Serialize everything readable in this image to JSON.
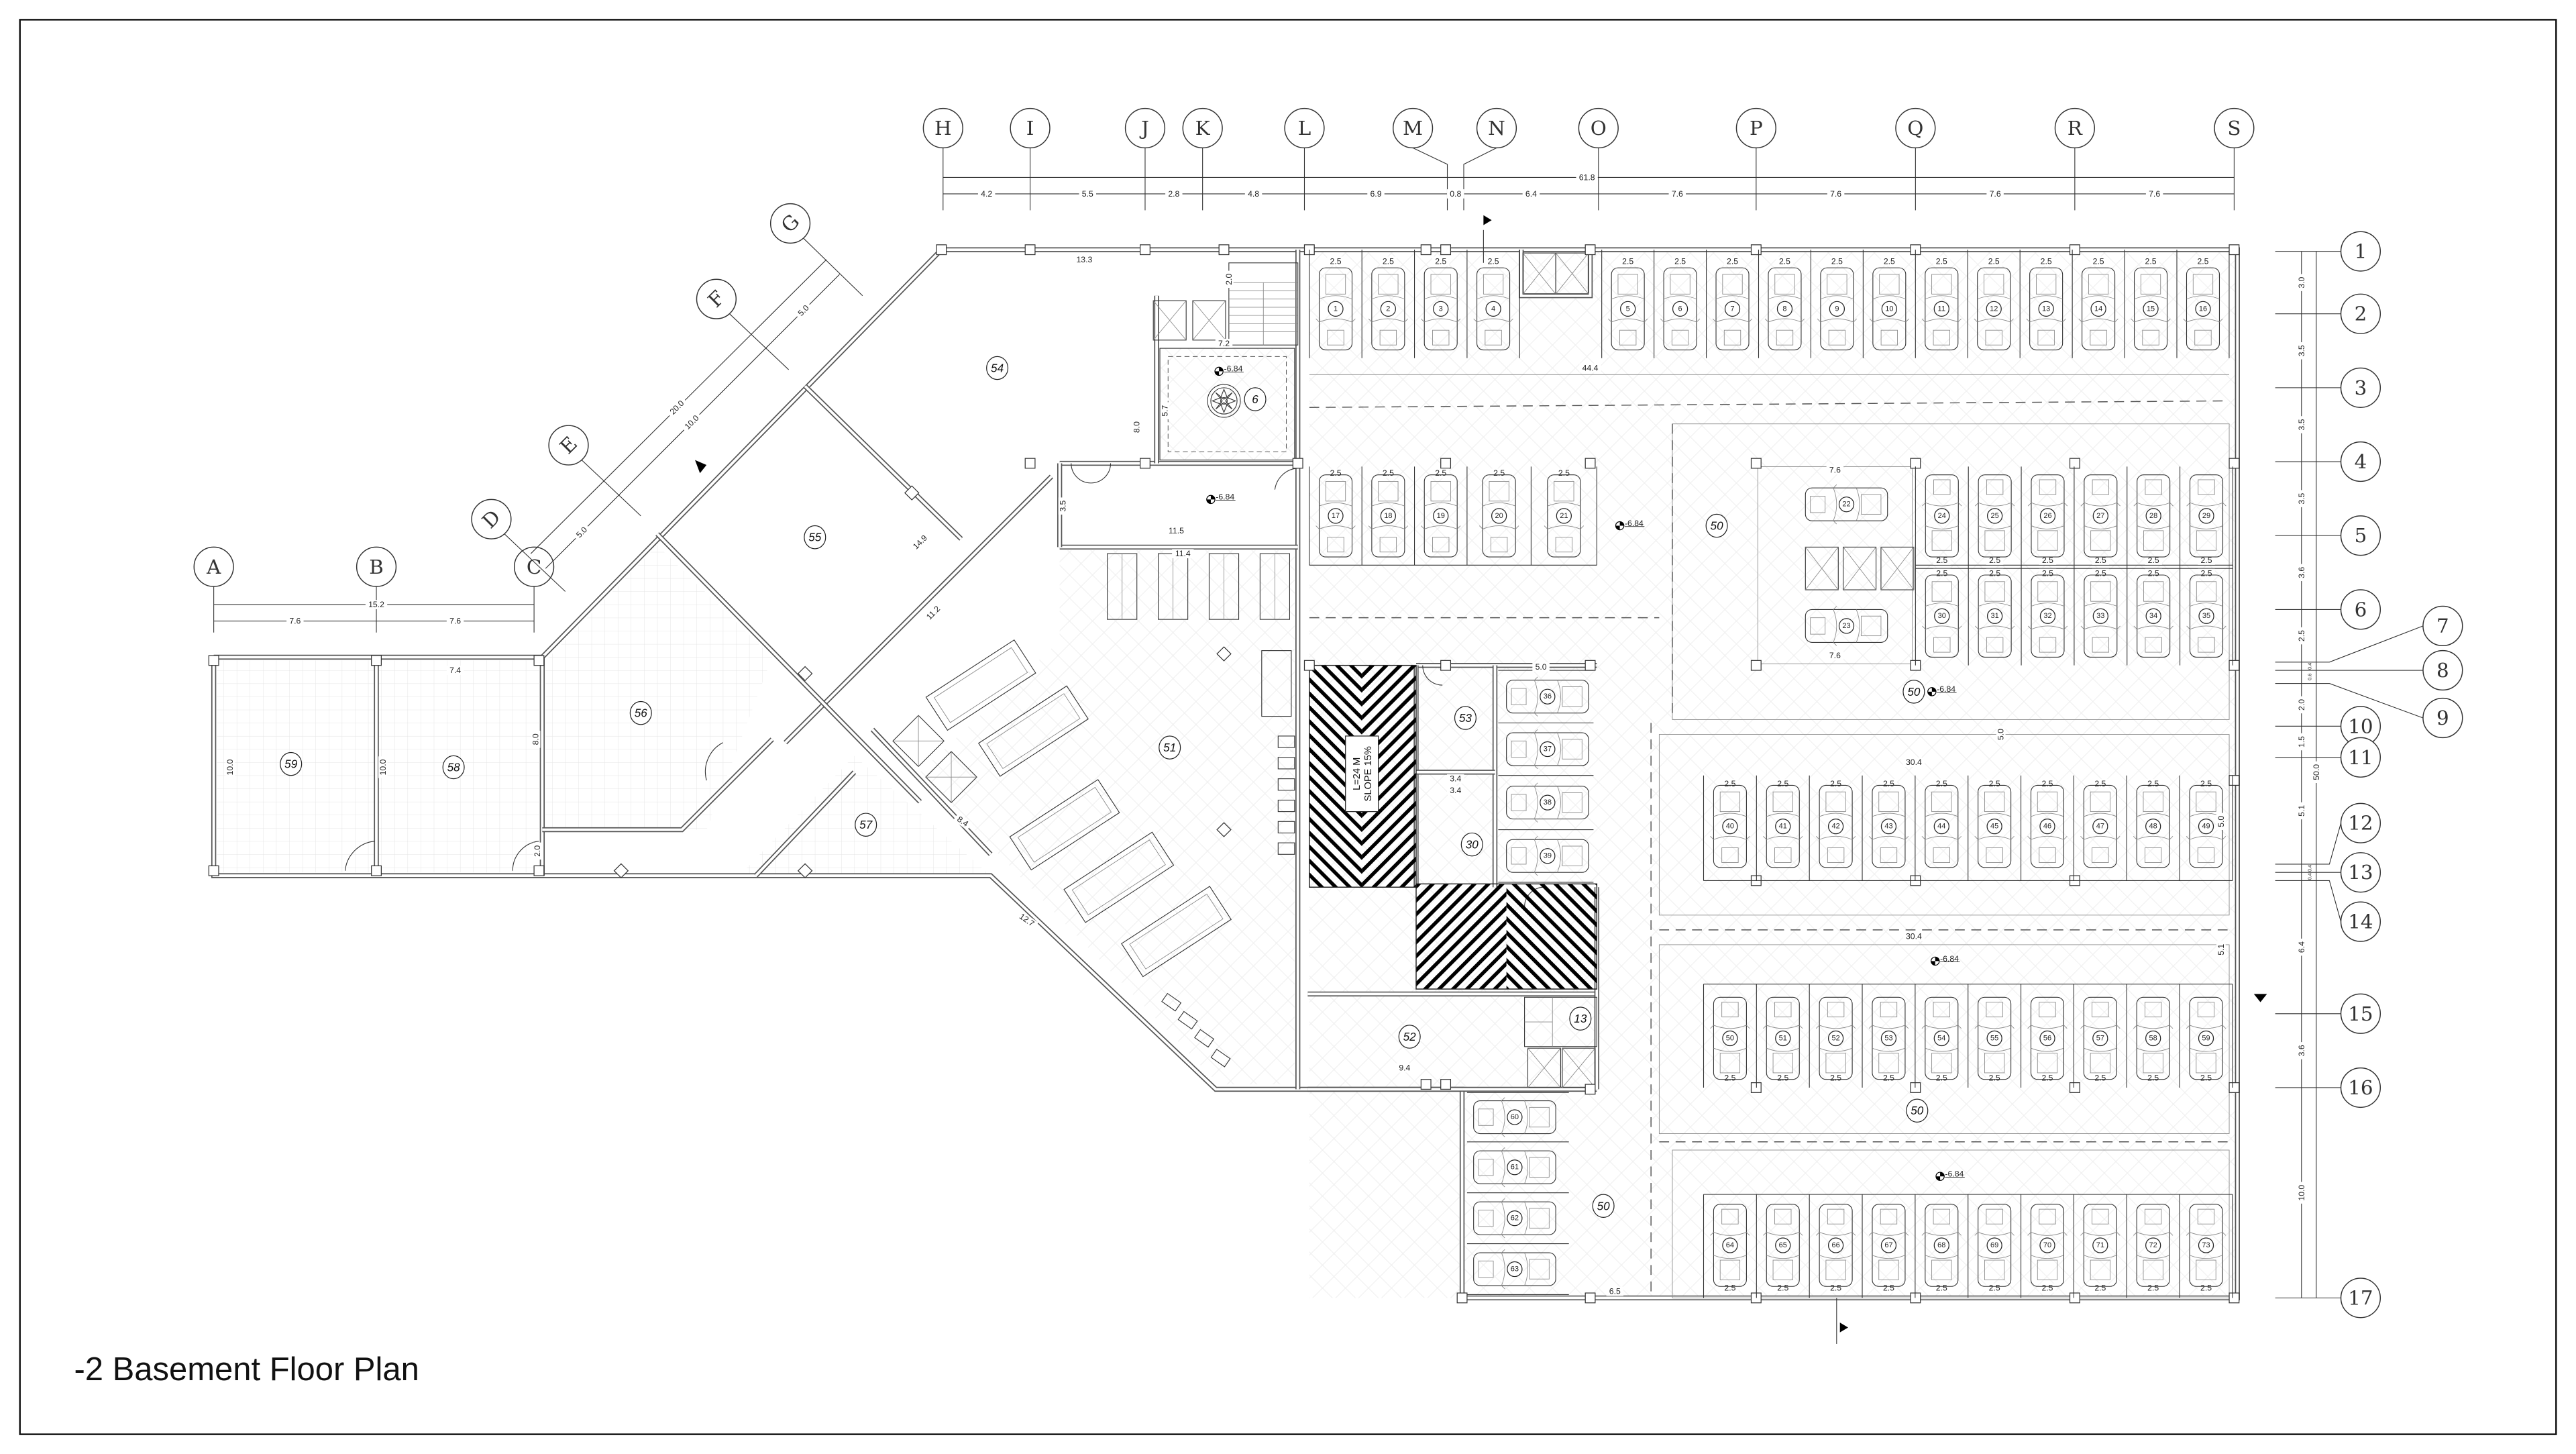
{
  "title": "-2 Basement Floor Plan",
  "grid_top": {
    "labels": [
      "H",
      "I",
      "J",
      "K",
      "L",
      "M",
      "N",
      "O",
      "P",
      "Q",
      "R",
      "S"
    ],
    "overall": "61.8",
    "spans": [
      "4.2",
      "5.5",
      "2.8",
      "4.8",
      "6.9",
      "0.8",
      "6.4",
      "7.6",
      "7.6",
      "7.6",
      "7.6"
    ]
  },
  "grid_right": {
    "labels": [
      "1",
      "2",
      "3",
      "4",
      "5",
      "6",
      "7",
      "8",
      "9",
      "10",
      "11",
      "12",
      "13",
      "14",
      "15",
      "16",
      "17"
    ],
    "overall": "50.0",
    "spans": [
      "3.0",
      "3.5",
      "3.5",
      "3.5",
      "3.6",
      "2.5",
      "0.4",
      "0.6",
      "2.0",
      "1.5",
      "5.1",
      "0.4",
      "0.4",
      "6.4",
      "3.6",
      "10.0"
    ]
  },
  "grid_left": {
    "labels": [
      "A",
      "B",
      "C"
    ],
    "overall": "15.2",
    "spans": [
      "7.6",
      "7.6"
    ]
  },
  "grid_diagonal": {
    "labels": [
      "D",
      "E",
      "F",
      "G"
    ],
    "overall": "20.0",
    "inner": "10.0",
    "spans": [
      "5.0",
      "5.0"
    ]
  },
  "room_tags": [
    "54",
    "55",
    "56",
    "57",
    "58",
    "59",
    "51",
    "52",
    "53",
    "30",
    "13",
    "6",
    "50",
    "50",
    "50",
    "50"
  ],
  "ramp": {
    "length": "L=24 M",
    "slope": "SLOPE 15%"
  },
  "level": "-6.84",
  "parking": {
    "stall_width": "2.5",
    "row_top_left": [
      1,
      2,
      3,
      4
    ],
    "row_top_right": [
      5,
      6,
      7,
      8,
      9,
      10,
      11,
      12,
      13,
      14,
      15,
      16
    ],
    "row_second": [
      17,
      18,
      19,
      20,
      21
    ],
    "island_horizontal": [
      22,
      23
    ],
    "island_upper": [
      24,
      25,
      26,
      27,
      28,
      29
    ],
    "island_lower": [
      30,
      31,
      32,
      33,
      34,
      35
    ],
    "column_middle": [
      36,
      37,
      38,
      39
    ],
    "row_middle_upper": [
      40,
      41,
      42,
      43,
      44,
      45,
      46,
      47,
      48,
      49
    ],
    "row_middle_lower": [
      50,
      51,
      52,
      53,
      54,
      55,
      56,
      57,
      58,
      59
    ],
    "column_bottom": [
      60,
      61,
      62,
      63
    ],
    "row_bottom": [
      64,
      65,
      66,
      67,
      68,
      69,
      70,
      71,
      72,
      73
    ]
  },
  "dims": [
    "44.4",
    "30.4",
    "30.4",
    "7.6",
    "7.6",
    "13.3",
    "11.5",
    "11.4",
    "7.2",
    "8.0",
    "5.7",
    "3.5",
    "2.0",
    "5.0",
    "3.4",
    "3.4",
    "9.4",
    "6.5",
    "7.4",
    "10.0",
    "10.0",
    "8.0",
    "2.0",
    "14.9",
    "11.2",
    "12.7",
    "8.4",
    "5.0",
    "5.0",
    "5.1"
  ]
}
